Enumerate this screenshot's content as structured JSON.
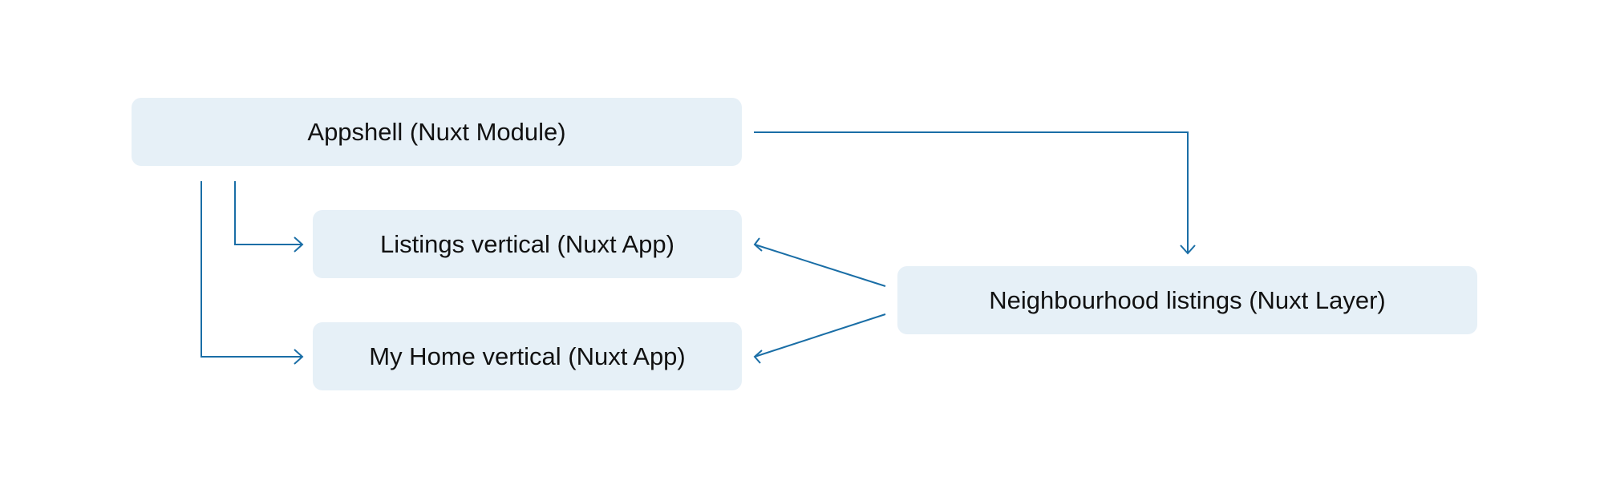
{
  "diagram": {
    "nodes": {
      "appshell": "Appshell (Nuxt Module)",
      "listings": "Listings vertical (Nuxt App)",
      "myhome": "My Home vertical (Nuxt App)",
      "neighbourhood": "Neighbourhood listings (Nuxt Layer)"
    },
    "edges": [
      {
        "from": "appshell",
        "to": "neighbourhood"
      },
      {
        "from": "appshell",
        "to": "listings"
      },
      {
        "from": "appshell",
        "to": "myhome"
      },
      {
        "from": "neighbourhood",
        "to": "listings"
      },
      {
        "from": "neighbourhood",
        "to": "myhome"
      }
    ],
    "colors": {
      "node_fill": "#e6f0f7",
      "connector": "#1a6ea6",
      "text": "#111111"
    }
  }
}
